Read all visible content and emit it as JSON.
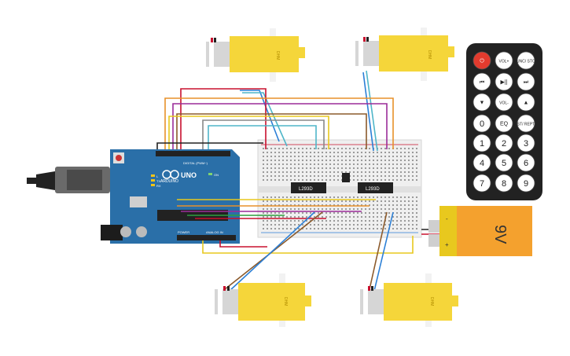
{
  "arduino": {
    "brand": "ARDUINO",
    "model": "UNO",
    "label_digital": "DIGITAL (PWM~)",
    "label_power": "POWER",
    "label_analog": "ANALOG IN",
    "label_tx": "TX",
    "label_rx": "RX",
    "label_on": "ON",
    "label_l": "L"
  },
  "breadboard": {
    "chips": [
      {
        "label": "L293D"
      },
      {
        "label": "L293D"
      }
    ]
  },
  "motors": [
    {
      "label": "DHM"
    },
    {
      "label": "DHM"
    },
    {
      "label": "DHM"
    },
    {
      "label": "DHM"
    }
  ],
  "battery": {
    "label": "9V",
    "minus": "-",
    "plus": "+"
  },
  "remote": {
    "buttons": [
      {
        "label": "⏻",
        "name": "power"
      },
      {
        "label": "VOL+",
        "name": "vol-up"
      },
      {
        "label": "FUNC/ STOP",
        "name": "func-stop"
      },
      {
        "label": "⏮",
        "name": "prev"
      },
      {
        "label": "▶||",
        "name": "play-pause"
      },
      {
        "label": "⏭",
        "name": "next"
      },
      {
        "label": "▼",
        "name": "down"
      },
      {
        "label": "VOL-",
        "name": "vol-down"
      },
      {
        "label": "▲",
        "name": "up"
      },
      {
        "label": "0",
        "name": "0"
      },
      {
        "label": "EQ",
        "name": "eq"
      },
      {
        "label": "ST/ REPT",
        "name": "st-rept"
      },
      {
        "label": "1",
        "name": "1"
      },
      {
        "label": "2",
        "name": "2"
      },
      {
        "label": "3",
        "name": "3"
      },
      {
        "label": "4",
        "name": "4"
      },
      {
        "label": "5",
        "name": "5"
      },
      {
        "label": "6",
        "name": "6"
      },
      {
        "label": "7",
        "name": "7"
      },
      {
        "label": "8",
        "name": "8"
      },
      {
        "label": "9",
        "name": "9"
      }
    ]
  },
  "colors": {
    "arduino_board": "#2a6fa8",
    "breadboard": "#efefef",
    "motor_body": "#f5d63a",
    "chip": "#222222",
    "battery_body": "#f4a12e",
    "remote_body": "#222222",
    "power_button": "#e23b2e",
    "wire_red": "#c8102e",
    "wire_orange": "#e8912a",
    "wire_brown": "#8b5a2b",
    "wire_blue": "#2b7fd6",
    "wire_cyan": "#4fb6c9",
    "wire_yellow": "#e8c81e",
    "wire_green": "#2e9e3f",
    "wire_purple": "#9b2c99",
    "wire_gray": "#888888",
    "wire_black": "#222222"
  }
}
